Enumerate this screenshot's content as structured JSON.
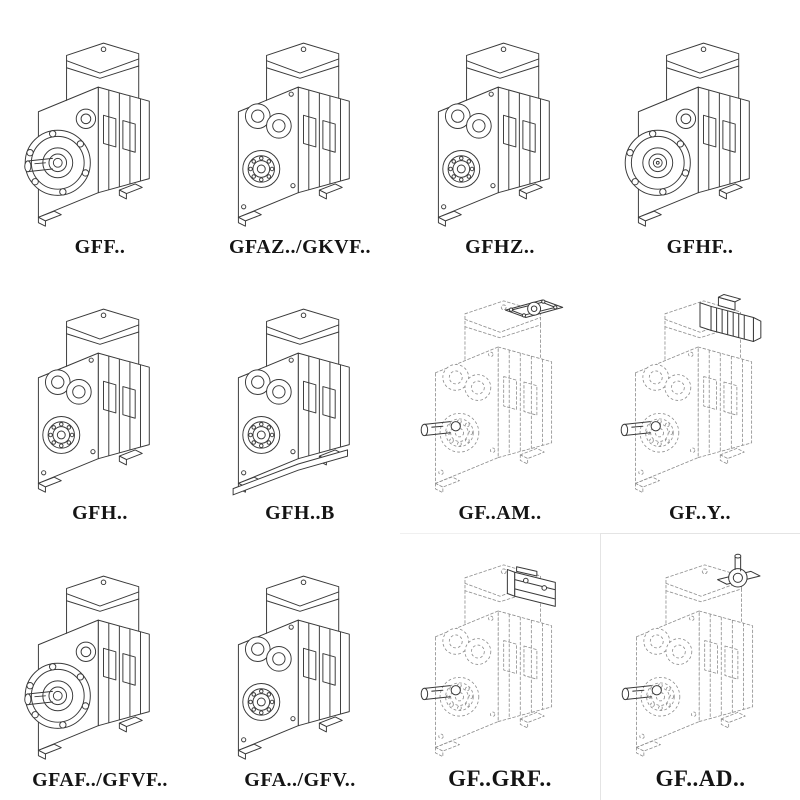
{
  "page": {
    "background_color": "#ffffff",
    "line_color": "#3a3a3a",
    "phantom_line_color": "#8f8f8f",
    "description": "Catalog sheet of helical gearbox model variants, 4 x 3 grid of isometric line drawings with model code labels"
  },
  "items": [
    {
      "label": "GFF..",
      "symbol": "flange-shaft",
      "name": "gearbox-gff",
      "drawing_style": "solid"
    },
    {
      "label": "GFAZ../GKVF..",
      "symbol": "hollow-bore",
      "name": "gearbox-gfaz-gkvf",
      "drawing_style": "solid"
    },
    {
      "label": "GFHZ..",
      "symbol": "hollow-bore",
      "name": "gearbox-gfhz",
      "drawing_style": "solid"
    },
    {
      "label": "GFHF..",
      "symbol": "flange-hollow",
      "name": "gearbox-gfhf",
      "drawing_style": "solid"
    },
    {
      "label": "GFH..",
      "symbol": "hollow-bore",
      "name": "gearbox-gfh",
      "drawing_style": "solid"
    },
    {
      "label": "GFH..B",
      "symbol": "hollow-bore-base",
      "name": "gearbox-gfh-b",
      "drawing_style": "solid"
    },
    {
      "label": "GF..AM..",
      "symbol": "phantom-motor-flange",
      "name": "gearbox-gf-am",
      "drawing_style": "phantom"
    },
    {
      "label": "GF..Y..",
      "symbol": "phantom-motor",
      "name": "gearbox-gf-y",
      "drawing_style": "phantom"
    },
    {
      "label": "GFAF../GFVF..",
      "symbol": "flange-shaft",
      "name": "gearbox-gfaf-gfvf",
      "drawing_style": "solid"
    },
    {
      "label": "GFA../GFV..",
      "symbol": "hollow-bore",
      "name": "gearbox-gfa-gfv",
      "drawing_style": "solid"
    },
    {
      "label": "GF..GRF..",
      "symbol": "phantom-block",
      "name": "gearbox-gf-grf",
      "drawing_style": "phantom"
    },
    {
      "label": "GF..AD..",
      "symbol": "phantom-input-shaft",
      "name": "gearbox-gf-ad",
      "drawing_style": "phantom"
    }
  ]
}
